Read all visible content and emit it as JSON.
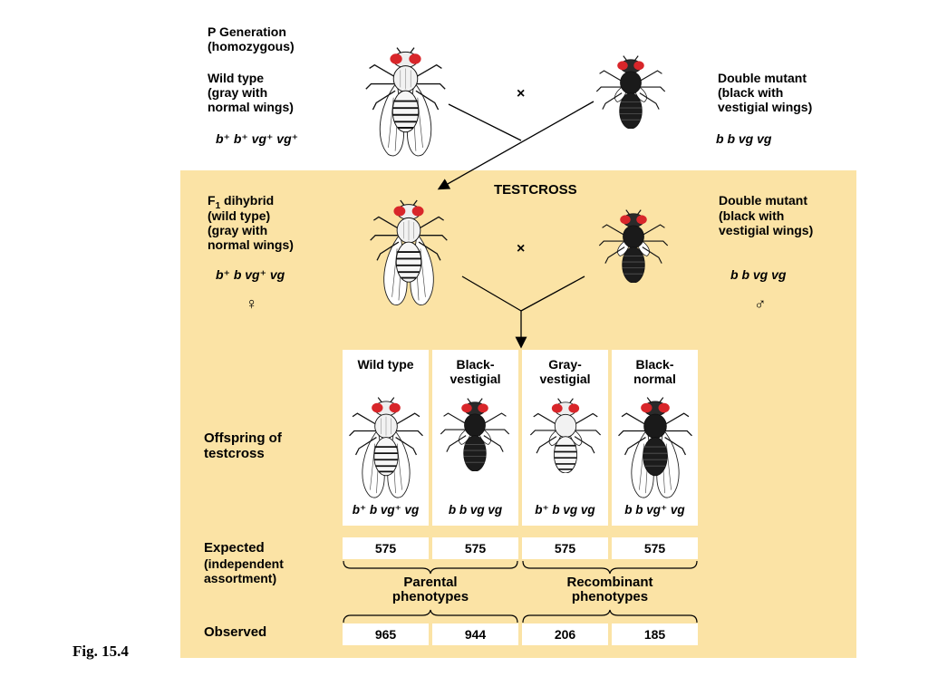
{
  "p_generation": {
    "title": "P Generation",
    "subtitle": "(homozygous)",
    "left_line1": "Wild type",
    "left_line2": "(gray with",
    "left_line3": "normal wings)",
    "left_genotype": "b⁺ b⁺ vg⁺ vg⁺",
    "right_line1": "Double mutant",
    "right_line2": "(black with",
    "right_line3": "vestigial wings)",
    "right_genotype": "b b vg vg",
    "cross_symbol": "×"
  },
  "testcross": {
    "title": "TESTCROSS",
    "left_line1a": "F",
    "left_line1_sub": "1",
    "left_line1b": " dihybrid",
    "left_line2": "(wild type)",
    "left_line3": "(gray with",
    "left_line4": "normal wings)",
    "left_genotype": "b⁺ b vg⁺ vg",
    "left_sex": "♀",
    "right_line1": "Double mutant",
    "right_line2": "(black with",
    "right_line3": "vestigial wings)",
    "right_genotype": "b b vg vg",
    "right_sex": "♂",
    "cross_symbol": "×"
  },
  "offspring": {
    "label_line1": "Offspring of",
    "label_line2": "testcross",
    "columns": [
      {
        "head1": "Wild type",
        "head2": "",
        "genotype": "b⁺ b vg⁺ vg"
      },
      {
        "head1": "Black-",
        "head2": "vestigial",
        "genotype": "b b vg vg"
      },
      {
        "head1": "Gray-",
        "head2": "vestigial",
        "genotype": "b⁺ b vg vg"
      },
      {
        "head1": "Black-",
        "head2": "normal",
        "genotype": "b b vg⁺ vg"
      }
    ]
  },
  "expected": {
    "label_line1": "Expected",
    "label_line2": "(independent",
    "label_line3": "assortment)",
    "values": [
      "575",
      "575",
      "575",
      "575"
    ]
  },
  "groups": {
    "parental_line1": "Parental",
    "parental_line2": "phenotypes",
    "recombinant_line1": "Recombinant",
    "recombinant_line2": "phenotypes"
  },
  "observed": {
    "label": "Observed",
    "values": [
      "965",
      "944",
      "206",
      "185"
    ]
  },
  "figure_label": "Fig. 15.4",
  "colors": {
    "panel": "#fbe3a5",
    "eye": "#d8262a",
    "gray_body": "#ffffff",
    "black_body": "#1a1a1a"
  }
}
